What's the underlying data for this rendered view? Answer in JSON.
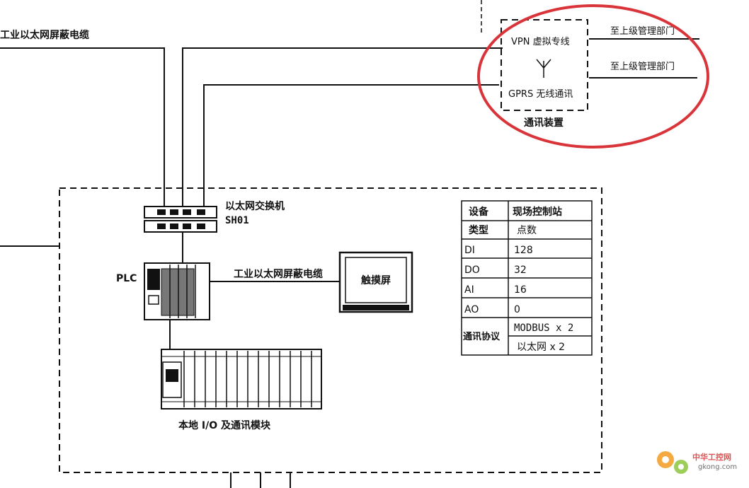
{
  "labels": {
    "cable_top": "工业以太网屏蔽电缆",
    "vpn": "VPN 虚拟专线",
    "to_upper_1": "至上级管理部门",
    "to_upper_2": "至上级管理部门",
    "gprs": "GPRS 无线通讯",
    "comm_device": "通讯装置",
    "switch_name": "以太网交换机",
    "switch_id": "SH01",
    "plc": "PLC",
    "cable_mid": "工业以太网屏蔽电缆",
    "touchscreen": "触摸屏",
    "local_io": "本地 I/O 及通讯模块"
  },
  "table": {
    "header_1": [
      "设备",
      "现场控制站"
    ],
    "header_2": [
      "类型",
      "点数"
    ],
    "rows": [
      [
        "DI",
        "128"
      ],
      [
        "DO",
        "32"
      ],
      [
        "AI",
        "16"
      ],
      [
        "AO",
        "0"
      ]
    ],
    "protocol_label": "通讯协议",
    "protocols": [
      "MODBUS x 2",
      "以太网 x 2"
    ]
  },
  "watermark": {
    "name": "中华工控网",
    "url": "gkong.com"
  },
  "colors": {
    "line": "#111111",
    "highlight_ellipse": "#d9343a",
    "watermark_gear_1": "#f39c21",
    "watermark_gear_2": "#8dc63f"
  }
}
